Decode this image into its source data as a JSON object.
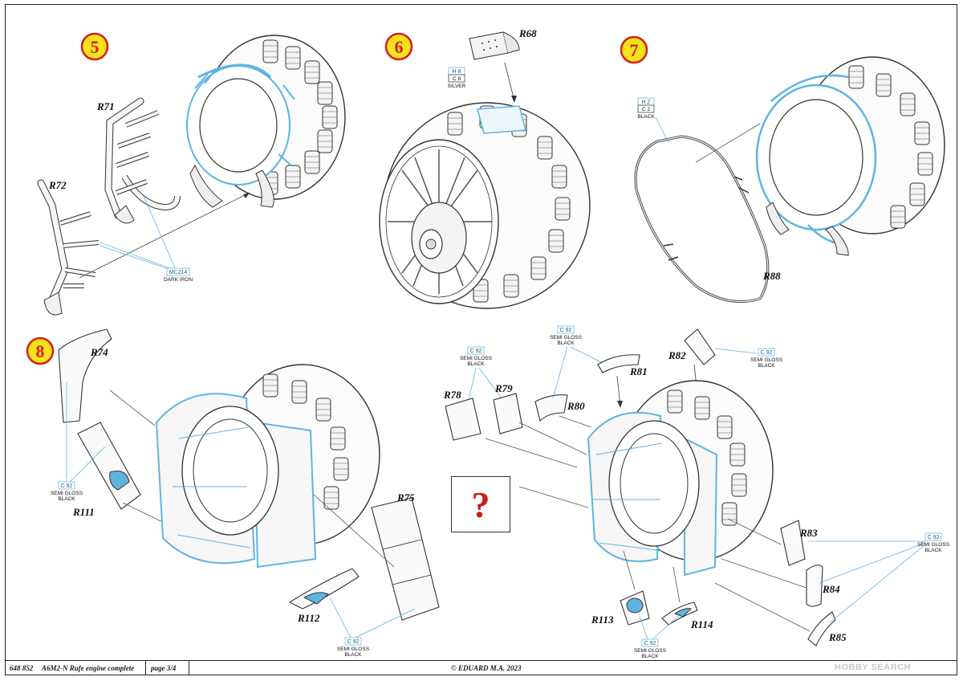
{
  "steps": [
    "5",
    "6",
    "7",
    "8"
  ],
  "parts": {
    "r71": "R71",
    "r72": "R72",
    "r68": "R68",
    "r88": "R88",
    "r74": "R74",
    "r111": "R111",
    "r75": "R75",
    "r112": "R112",
    "r78": "R78",
    "r79": "R79",
    "r80": "R80",
    "r81": "R81",
    "r82": "R82",
    "r83": "R83",
    "r84": "R84",
    "r85": "R85",
    "r113": "R113",
    "r114": "R114"
  },
  "paints": {
    "step5": {
      "code": "MC214",
      "name": "DARK IRON"
    },
    "step6": {
      "code1": "H 8",
      "code2": "C 8",
      "name": "SILVER"
    },
    "step7": {
      "code1": "H 2",
      "code2": "C 2",
      "name": "BLACK"
    },
    "c92_line1": "C 92",
    "c92_line2": "SEMI GLOSS",
    "c92_line3": "BLACK"
  },
  "unknown_mark": "?",
  "footer": {
    "code": "648 852",
    "title": "A6M2-N Rufe engine complete",
    "page": "page 3/4",
    "copyright": "© EDUARD  M.A. 2023"
  },
  "watermark": "HOBBY SEARCH",
  "colors": {
    "accent_blue": "#5fb4e0",
    "step_red": "#d42020",
    "step_yellow": "#f4e21a"
  }
}
